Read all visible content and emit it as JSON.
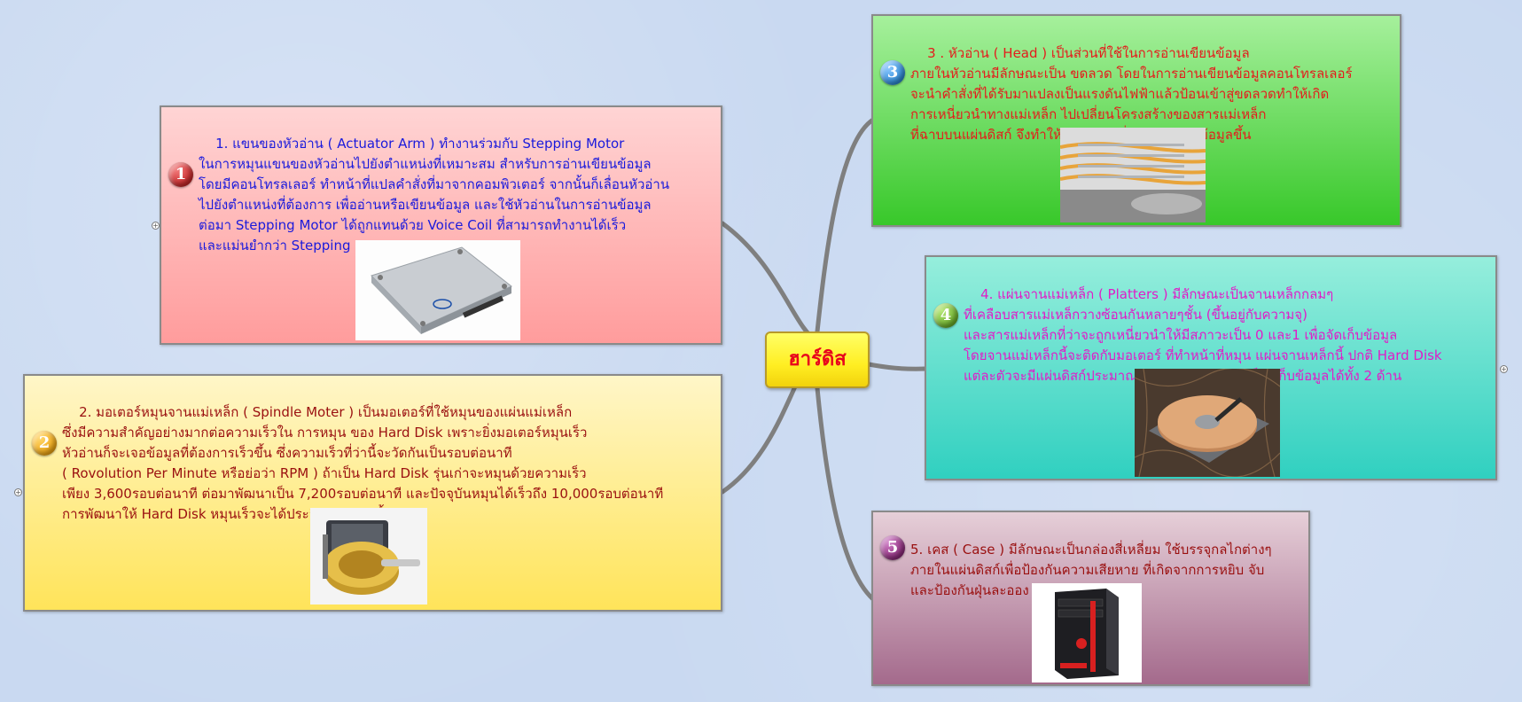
{
  "central": {
    "label": "ฮาร์ดิส"
  },
  "topics": [
    {
      "number": "1",
      "lines": [
        "    1. แขนของหัวอ่าน ( Actuator Arm ) ทำงานร่วมกับ Stepping Motor",
        "ในการหมุนแขนของหัวอ่านไปยังตำแหน่งที่เหมาะสม สำหรับการอ่านเขียนข้อมูล",
        "โดยมีคอนโทรลเลอร์ ทำหน้าที่แปลคำสั่งที่มาจากคอมพิวเตอร์ จากนั้นก็เลื่อนหัวอ่าน",
        "ไปยังตำแหน่งที่ต้องการ เพื่ออ่านหรือเขียนข้อมูล และใช้หัวอ่านในการอ่านข้อมูล",
        "ต่อมา Stepping Motor ได้ถูกแทนด้วย Voice Coil ที่สามารถทำงานได้เร็ว",
        "และแม่นยำกว่า Stepping Motor"
      ],
      "image_icon": "ssd-drive-image",
      "colors": {
        "text": "#1a1adc",
        "top": "#ffd4d4",
        "bottom": "#ff9c9c",
        "badge": "#c8282a"
      }
    },
    {
      "number": "2",
      "lines": [
        "    2. มอเตอร์หมุนจานแม่เหล็ก ( Spindle Moter ) เป็นมอเตอร์ที่ใช้หมุนของแผ่นแม่เหล็ก",
        "ซึ่งมีความสำคัญอย่างมากต่อความเร็วใน การหมุน ของ Hard Disk เพราะยิ่งมอเตอร์หมุนเร็ว",
        "หัวอ่านก็จะเจอข้อมูลที่ต้องการเร็วขึ้น ซึ่งความเร็วที่ว่านี้จะวัดกันเป็นรอบต่อนาที",
        "( Rovolution Per Minute หรือย่อว่า RPM ) ถ้าเป็น Hard Disk รุ่นเก่าจะหมุนด้วยความเร็ว",
        "เพียง 3,600รอบต่อนาที ต่อมาพัฒนาเป็น 7,200รอบต่อนาที และปัจจุบันหมุนได้เร็วถึง 10,000รอบต่อนาที",
        "การพัฒนาให้ Hard Disk หมุนเร็วจะได้ประสิทธิภาพสูงขึ้น"
      ],
      "image_icon": "spindle-motor-image",
      "colors": {
        "text": "#9a1010",
        "top": "#fff6c8",
        "bottom": "#ffe45a",
        "badge": "#f2a814"
      }
    },
    {
      "number": "3",
      "lines": [
        "    3 . หัวอ่าน ( Head ) เป็นส่วนที่ใช้ในการอ่านเขียนข้อมูล",
        "ภายในหัวอ่านมีลักษณะเป็น ขดลวด โดยในการอ่านเขียนข้อมูลคอนโทรลเลอร์",
        "จะนำคำสั่งที่ได้รับมาแปลงเป็นแรงดันไฟฟ้าแล้วป้อนเข้าสู่ขดลวดทำให้เกิด",
        "การเหนี่ยวนำทางแม่เหล็ก ไปเปลี่ยนโครงสร้างของสารแม่เหล็ก",
        "ที่ฉาบบนแผ่นดิสก์ จึงทำให้เกิดการเปลี่ยนแปลงของข้อมูลขึ้น"
      ],
      "image_icon": "read-write-head-image",
      "colors": {
        "text": "#e41c1c",
        "top": "#a6f09c",
        "bottom": "#38c82a",
        "badge": "#2e8ad6"
      }
    },
    {
      "number": "4",
      "lines": [
        "    4. แผ่นจานแม่เหล็ก ( Platters ) มีลักษณะเป็นจานเหล็กกลมๆ",
        "ที่เคลือบสารแม่เหล็กวางซ้อนกันหลายๆชั้น (ขึ้นอยู่กับความจุ)",
        "และสารแม่เหล็กที่ว่าจะถูกเหนี่ยวนำให้มีสภาวะเป็น 0 และ1 เพื่อจัดเก็บข้อมูล",
        "โดยจานแม่เหล็กนี้จะติดกับมอเตอร์ ที่ทำหน้าที่หมุน แผ่นจานเหล็กนี้ ปกติ Hard Disk",
        "แต่ละตัวจะมีแผ่นดิสก์ประมาณ 1-4 แผ่นแต่ละแผ่นก็จะเก็บข้อมูลได้ทั้ง 2 ด้าน"
      ],
      "image_icon": "platter-image",
      "colors": {
        "text": "#e01cc8",
        "top": "#96eedc",
        "bottom": "#30d0c0",
        "badge": "#6cb02a"
      }
    },
    {
      "number": "5",
      "lines": [
        "5. เคส ( Case ) มีลักษณะเป็นกล่องสี่เหลี่ยม ใช้บรรจุกลไกต่างๆ",
        "ภายในแผ่นดิสก์เพื่อป้องกันความเสียหาย ที่เกิดจากการหยิบ จับ",
        "และป้องกันฝุ่นละออง"
      ],
      "image_icon": "computer-case-image",
      "colors": {
        "text": "#9a1010",
        "top": "#e6cfd8",
        "bottom": "#a46a8c",
        "badge": "#8c2a7a"
      }
    }
  ],
  "colors": {
    "connector": "#7f7f7f",
    "background": "#c9d9f1"
  }
}
